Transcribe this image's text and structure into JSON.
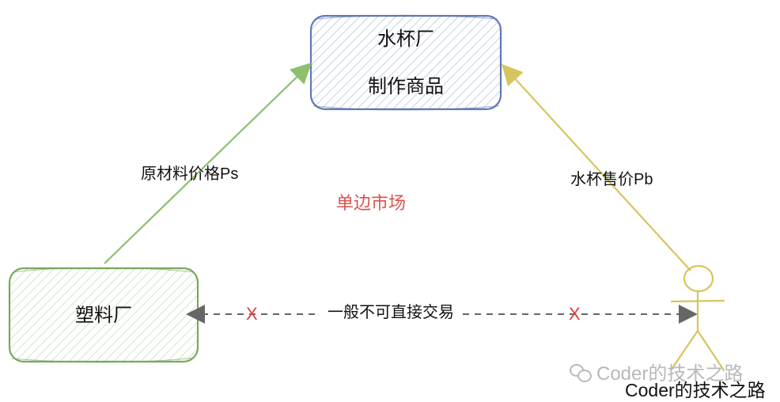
{
  "diagram": {
    "cup_factory": {
      "line1": "水杯厂",
      "line2": "制作商品"
    },
    "plastic_factory": {
      "label": "塑料厂"
    },
    "left_edge_label": "原材料价格Ps",
    "right_edge_label": "水杯售价Pb",
    "center_market_label": "单边市场",
    "bottom_edge_label": "一般不可直接交易",
    "x_marks": [
      "X",
      "X"
    ],
    "consumer_label": "Coder的技术之路",
    "watermark_text": "Coder的技术之路",
    "colors": {
      "cup_box_stroke": "#5f79b3",
      "plastic_box_stroke": "#79a85d",
      "left_arrow": "#8dbf6c",
      "right_arrow": "#d6c55f",
      "bottom_arrow": "#666666",
      "market_label": "#d9534f",
      "x_mark": "#e33d3d"
    }
  }
}
